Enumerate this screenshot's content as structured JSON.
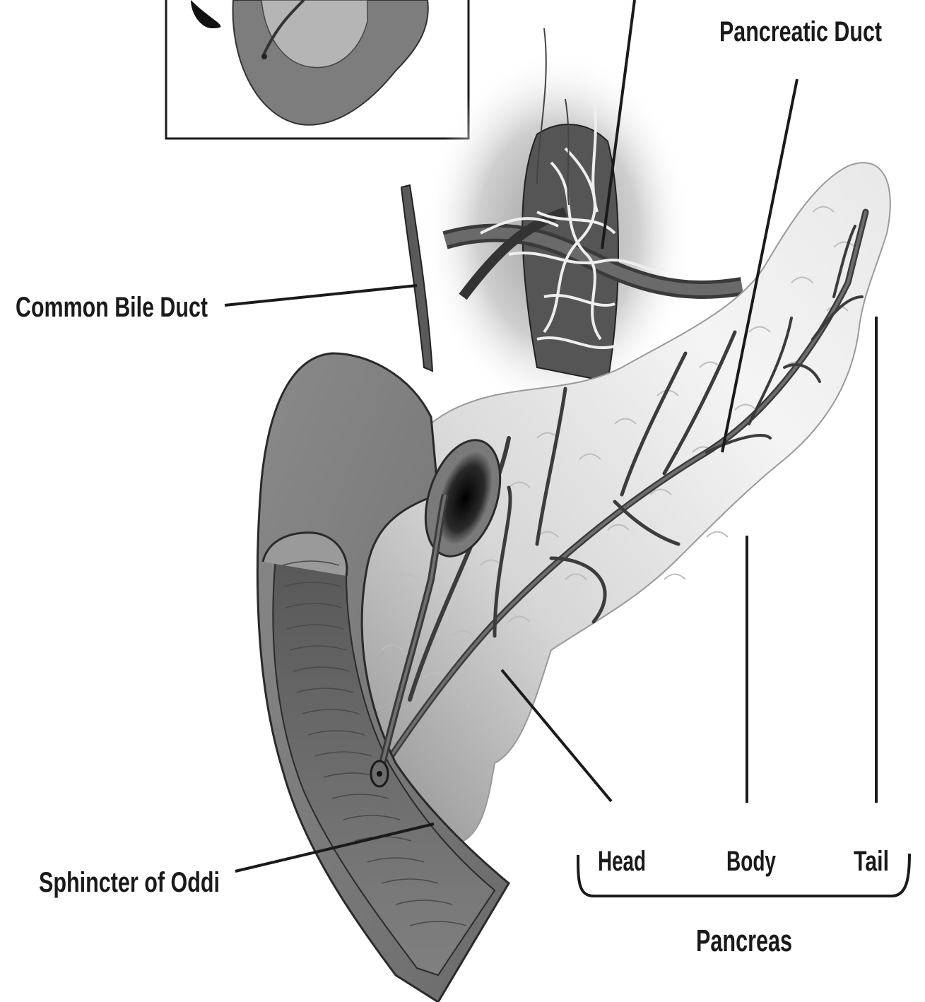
{
  "labels": {
    "pancreatic_duct": "Pancreatic Duct",
    "common_bile_duct": "Common Bile Duct",
    "sphincter_of_oddi": "Sphincter of Oddi",
    "head": "Head",
    "body": "Body",
    "tail": "Tail",
    "pancreas": "Pancreas"
  },
  "colors": {
    "ink": "#1a1a1a",
    "duodenum_outer": "#7a7a7a",
    "duodenum_inner": "#5c5c5c",
    "pancreas_light": "#f2f2f2",
    "pancreas_shade": "#a9a9a9",
    "duct": "#4a4a4a",
    "vessel": "#3e3e3e"
  }
}
